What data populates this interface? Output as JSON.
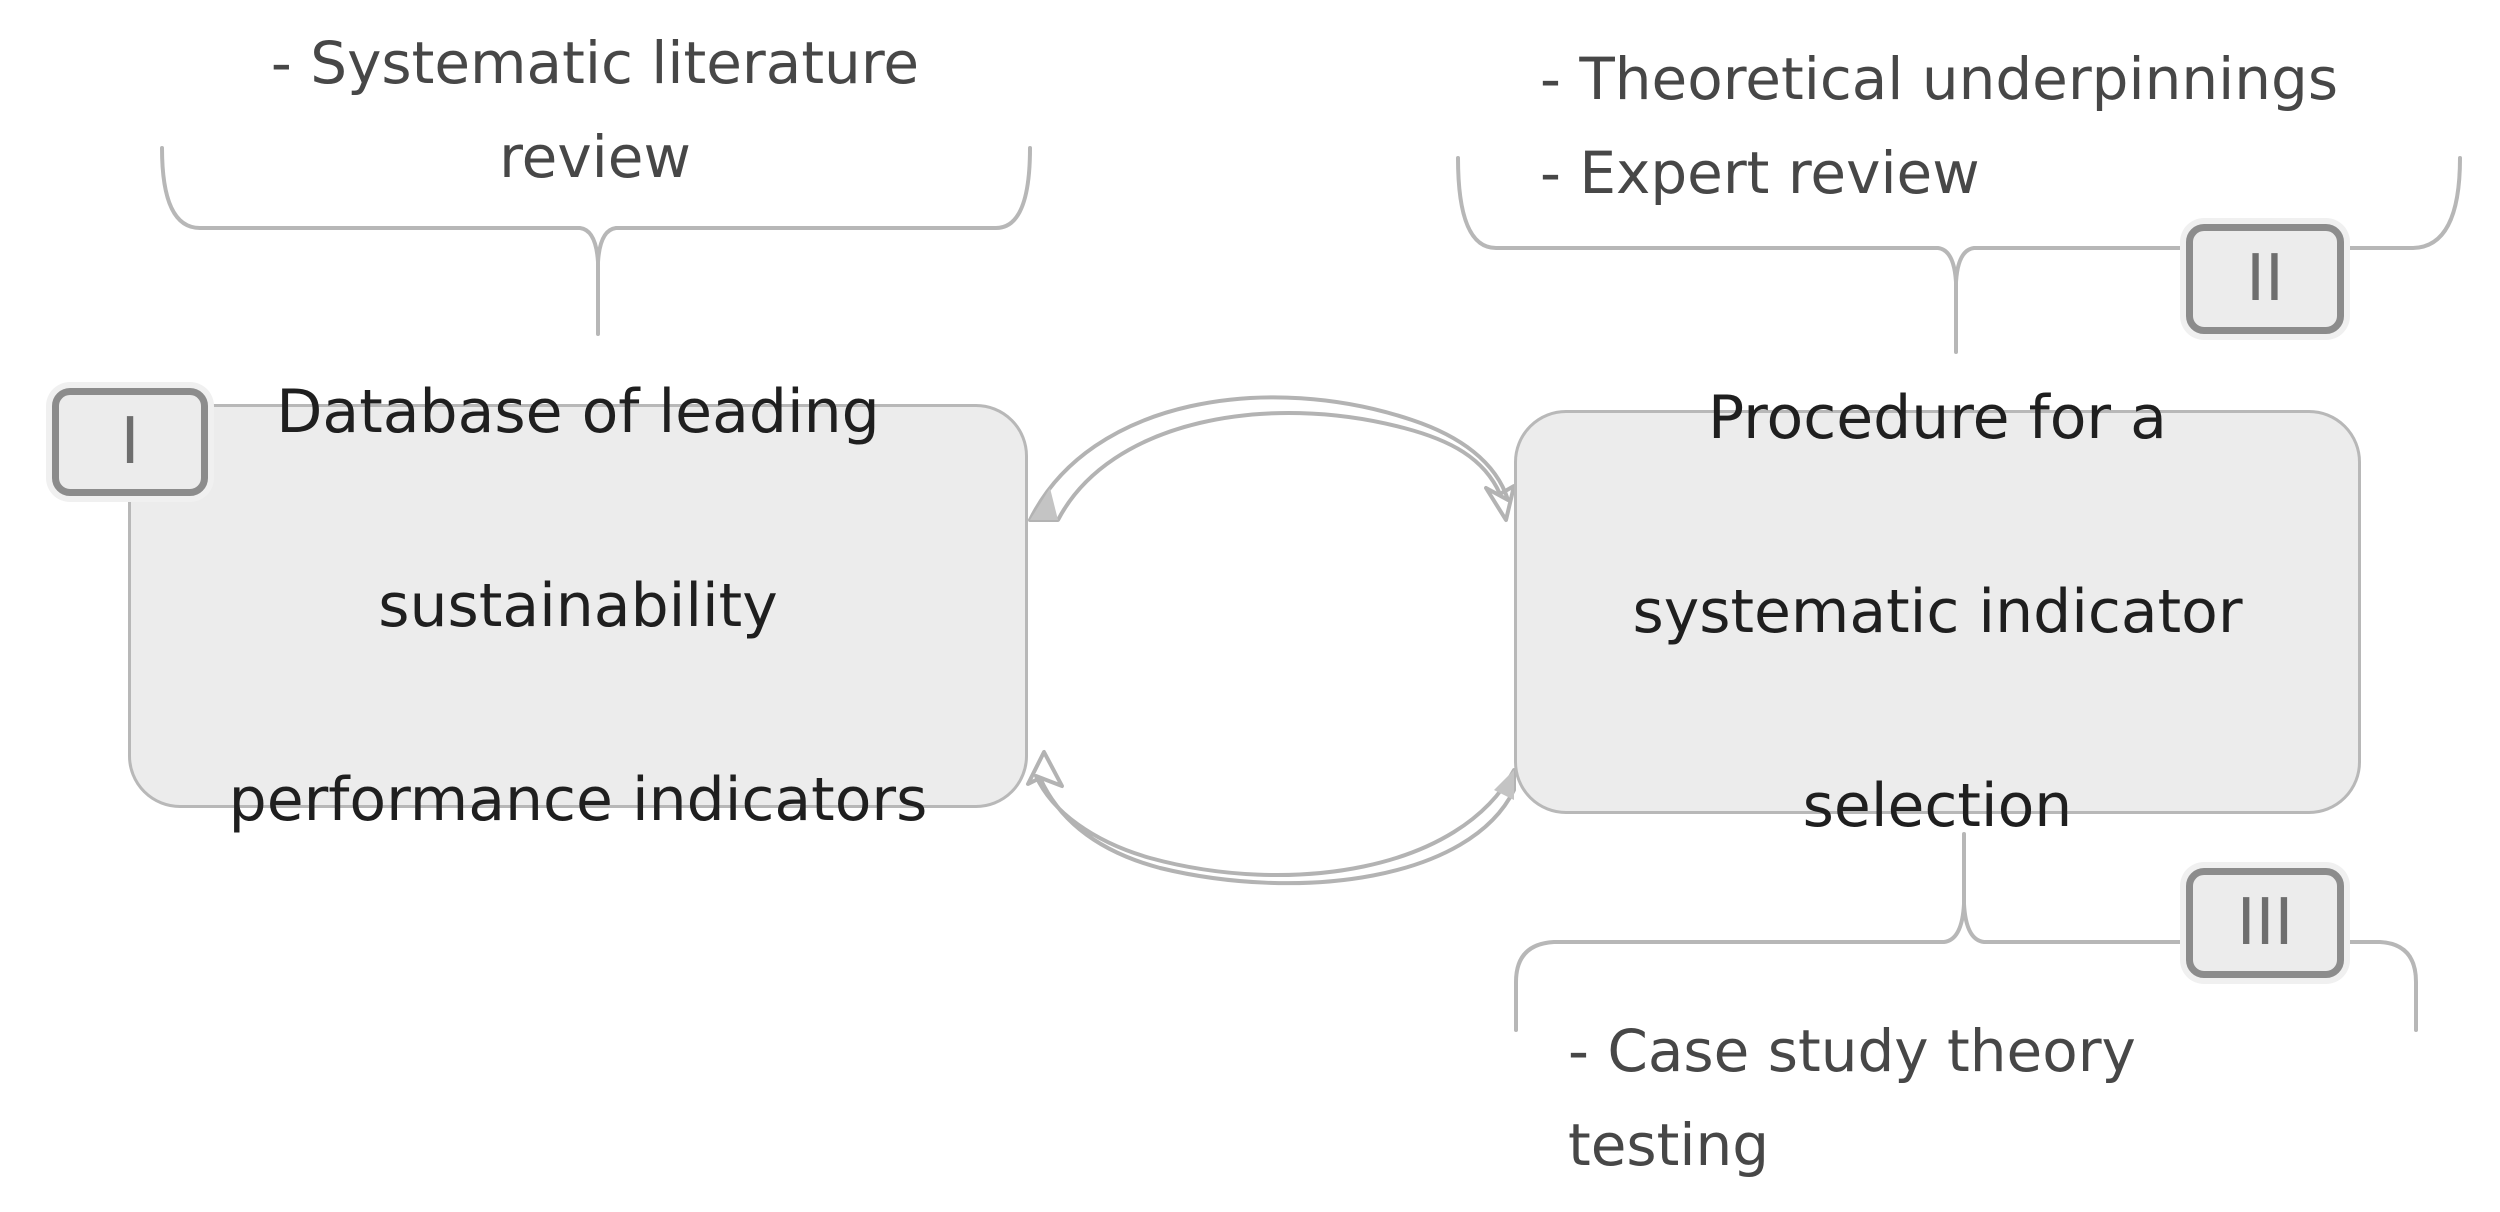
{
  "diagram": {
    "box_left": {
      "lines": [
        "Database of leading",
        "sustainability",
        "performance indicators"
      ]
    },
    "box_right": {
      "lines": [
        "Procedure for a",
        "systematic indicator",
        "selection"
      ]
    },
    "badges": {
      "left": "I",
      "top_right": "II",
      "bottom_right": "III"
    },
    "notes": {
      "top_left": [
        "- Systematic literature",
        "review"
      ],
      "top_right": [
        "- Theoretical underpinnings",
        "- Expert review"
      ],
      "bottom_right": [
        "- Case study theory",
        "testing"
      ]
    },
    "colors": {
      "box_fill": "#ececec",
      "box_border": "#b8b8b8",
      "brace": "#b5b5b5",
      "arrow": "#b3b3b3",
      "badge_border": "#8c8c8c"
    }
  }
}
